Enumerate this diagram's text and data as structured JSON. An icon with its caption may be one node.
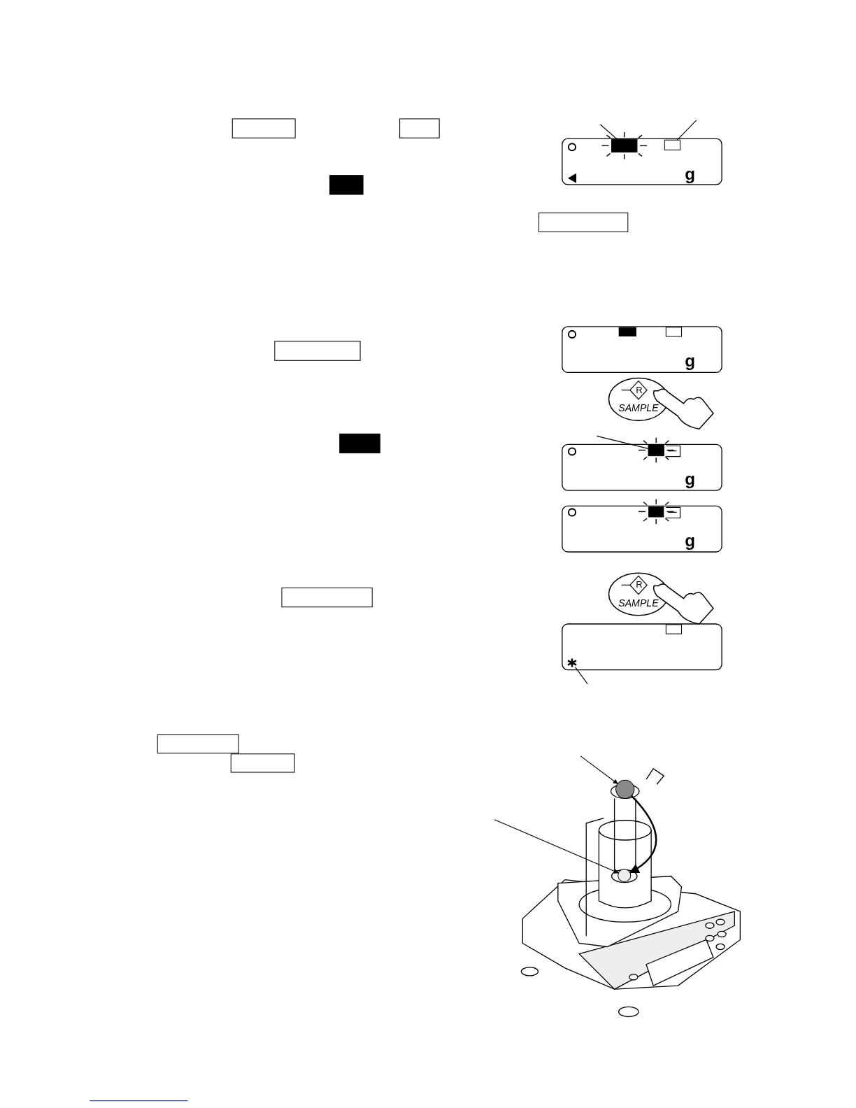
{
  "diagram": {
    "nodes": [
      {
        "text": [],
        "shape": "box"
      },
      {
        "text": [],
        "shape": "box"
      },
      {
        "text": [],
        "shape": "box"
      },
      {
        "text": [],
        "shape": "box"
      },
      {
        "text": [],
        "shape": "box"
      },
      {
        "text": [],
        "shape": "box"
      },
      {
        "text": [],
        "shape": "box"
      },
      {
        "text": [],
        "shape": "box"
      },
      {
        "text": [],
        "shape": "box"
      },
      {
        "text": [],
        "shape": "box"
      },
      {
        "text": [],
        "shape": "star"
      },
      {
        "text": [],
        "shape": "box"
      },
      {
        "text": [],
        "shape": "box"
      },
      {
        "text": [],
        "shape": "circle"
      },
      {
        "text": [],
        "shape": "circle"
      }
    ],
    "edges": [
      {
        "from": null,
        "to": 2,
        "arrow": "none"
      },
      {
        "from": null,
        "to": 3,
        "arrow": "none"
      },
      {
        "from": null,
        "to": 8,
        "arrow": "none"
      },
      {
        "from": null,
        "to": 10,
        "arrow": "none"
      },
      {
        "from": null,
        "to": 13,
        "arrow": "to"
      },
      {
        "from": null,
        "to": 14,
        "arrow": "to"
      },
      {
        "from": 13,
        "to": 14,
        "arrow": "to"
      }
    ],
    "labels": [
      "g",
      "g",
      "R",
      "SAMPLE",
      "g",
      "g",
      "R",
      "SAMPLE"
    ]
  }
}
